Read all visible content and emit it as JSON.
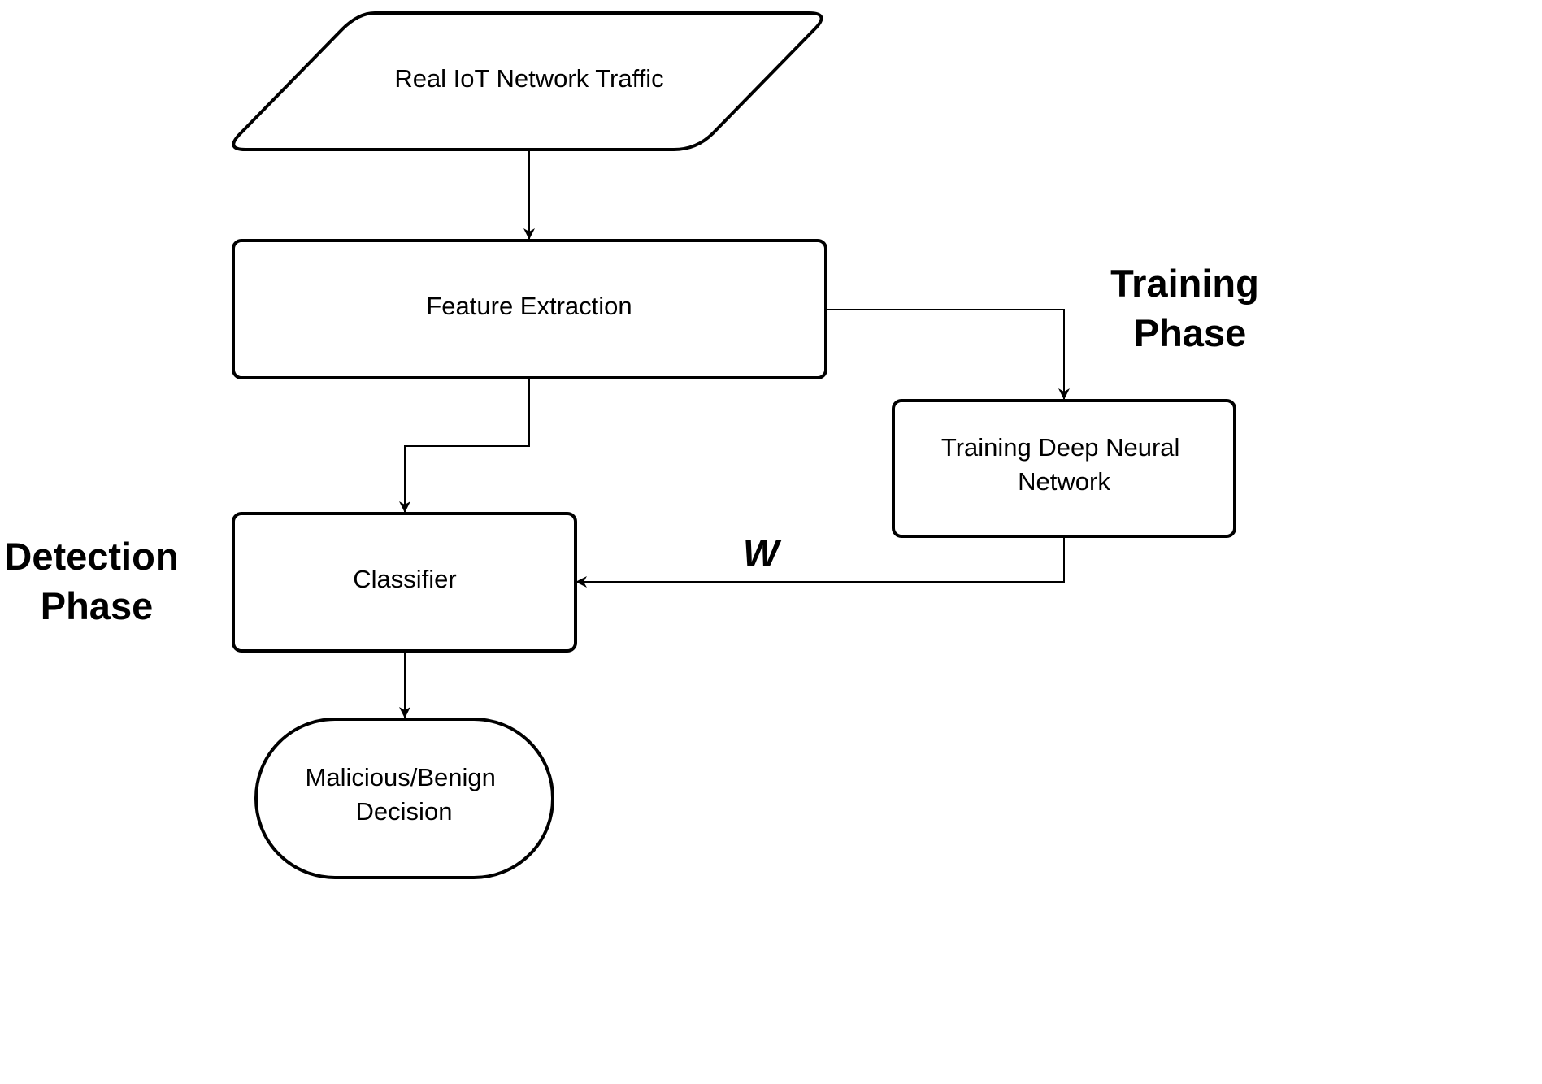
{
  "diagram": {
    "nodes": {
      "traffic": {
        "label": "Real IoT Network Traffic",
        "shape": "parallelogram"
      },
      "features": {
        "label": "Feature Extraction",
        "shape": "rounded-rectangle"
      },
      "training": {
        "lines": [
          "Training Deep Neural",
          "Network"
        ],
        "shape": "rounded-rectangle"
      },
      "classifier": {
        "label": "Classifier",
        "shape": "rounded-rectangle"
      },
      "decision": {
        "lines": [
          "Malicious/Benign",
          "Decision"
        ],
        "shape": "stadium"
      }
    },
    "phases": {
      "training": {
        "lines": [
          "Training",
          "Phase"
        ]
      },
      "detection": {
        "lines": [
          "Detection",
          "Phase"
        ]
      }
    },
    "edges": [
      {
        "from": "traffic",
        "to": "features"
      },
      {
        "from": "features",
        "to": "training"
      },
      {
        "from": "features",
        "to": "classifier"
      },
      {
        "from": "training",
        "to": "classifier",
        "label": "W"
      },
      {
        "from": "classifier",
        "to": "decision"
      }
    ],
    "colors": {
      "stroke": "#000000",
      "fill": "#ffffff",
      "text": "#000000"
    }
  }
}
